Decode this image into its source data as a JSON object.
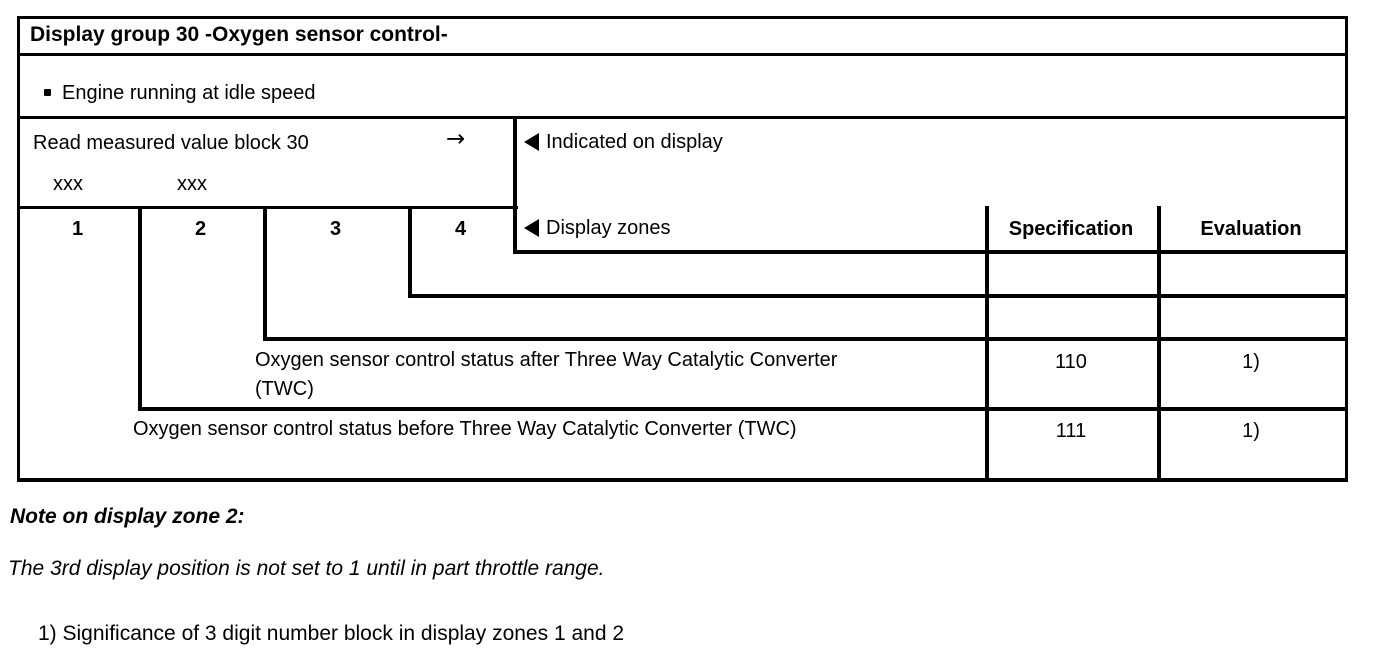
{
  "page": {
    "background_color": "#ffffff",
    "line_color": "#000000",
    "text_color": "#000000"
  },
  "table": {
    "title": "Display group 30 -Oxygen sensor control-",
    "conditions": [
      {
        "text": "Engine running at idle speed"
      }
    ],
    "action": {
      "label": "Read measured value block 30",
      "arrow": "→",
      "display_preview": [
        "xxx",
        "xxx"
      ]
    },
    "legend": {
      "indicated_on_display": "Indicated on display",
      "display_zones": "Display zones"
    },
    "zone_numbers": [
      "1",
      "2",
      "3",
      "4"
    ],
    "column_headers": {
      "specification": "Specification",
      "evaluation": "Evaluation"
    },
    "rows": [
      {
        "zone": "4",
        "description_lines": [
          ""
        ],
        "specification": "",
        "evaluation": ""
      },
      {
        "zone": "3",
        "description_lines": [
          ""
        ],
        "specification": "",
        "evaluation": ""
      },
      {
        "zone": "2",
        "description_lines": [
          "Oxygen sensor control status after Three Way Catalytic Converter",
          "(TWC)"
        ],
        "specification": "110",
        "evaluation": "1)"
      },
      {
        "zone": "1",
        "description_lines": [
          "Oxygen sensor control status before Three Way Catalytic Converter (TWC)"
        ],
        "specification": "111",
        "evaluation": "1)"
      }
    ]
  },
  "notes": {
    "heading": "Note on display zone 2:",
    "body": "The 3rd display position is not set to 1 until in part throttle range.",
    "footnote": "1) Significance of 3 digit number block in display zones 1 and 2"
  }
}
